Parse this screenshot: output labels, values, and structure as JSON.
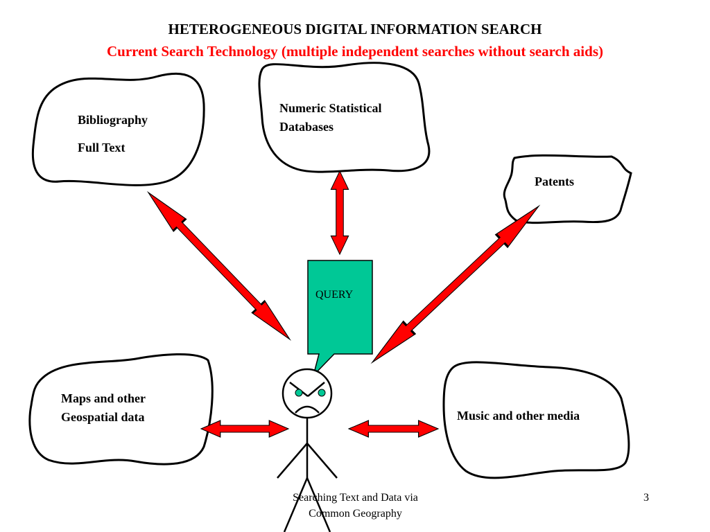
{
  "slide": {
    "title": "HETEROGENEOUS DIGITAL INFORMATION SEARCH",
    "subtitle": "Current Search Technology (multiple independent searches without search aids)",
    "subtitle_color": "#ff0000"
  },
  "clouds": {
    "bibliography": {
      "line1": "Bibliography",
      "line2": "Full Text"
    },
    "numeric": {
      "line1": "Numeric Statistical",
      "line2": "Databases"
    },
    "patents": {
      "label": "Patents"
    },
    "maps": {
      "line1": "Maps and other",
      "line2": "Geospatial data"
    },
    "music": {
      "label": "Music and other media"
    }
  },
  "query": {
    "label": "QUERY",
    "color": "#00c896"
  },
  "arrow_color": "#ff0000",
  "eye_color": "#00c896",
  "footer": {
    "line1": "Searching Text and Data via",
    "line2": "Common Geography",
    "page": "3"
  }
}
